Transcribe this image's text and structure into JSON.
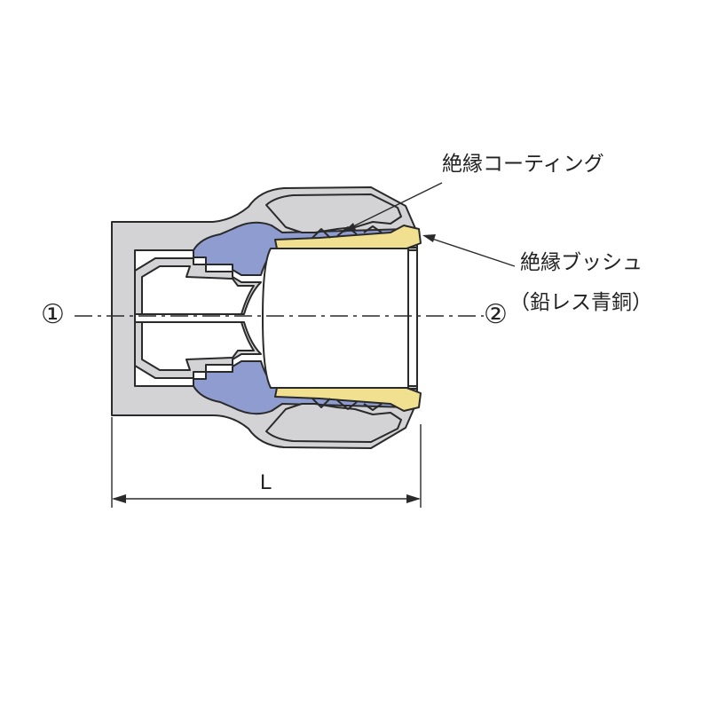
{
  "labels": {
    "insulation_coating": "絶縁コーティング",
    "insulation_bush": "絶縁ブッシュ",
    "bush_material": "（鉛レス青銅）",
    "port_1": "①",
    "port_2": "②",
    "length": "L"
  },
  "colors": {
    "outer_body": "#d3d3d6",
    "inner_coating": "#8f9ccf",
    "bush": "#f1e090",
    "outline": "#2a2a2a"
  }
}
